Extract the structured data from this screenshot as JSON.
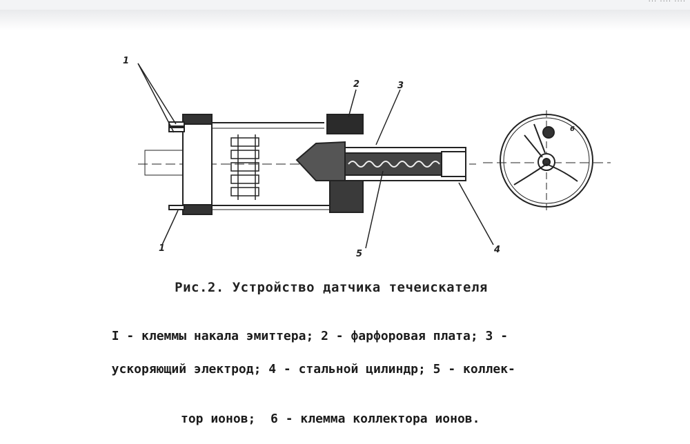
{
  "viewer": {
    "topbar_text": "··· ···· ····"
  },
  "figure": {
    "labels": {
      "label_1_top": "1",
      "label_2": "2",
      "label_3": "3",
      "label_5": "5",
      "label_4": "4",
      "label_1_bottom": "1",
      "label_6": "6"
    },
    "caption": "Рис.2. Устройство датчика течеискателя",
    "legend_lines": [
      "I - клеммы накала эмиттера; 2 - фарфоровая плата; 3 -",
      "  ускоряющий электрод; 4 - стальной цилиндр; 5 - коллек-",
      "тор ионов;  6 - клемма коллектора ионов."
    ]
  }
}
